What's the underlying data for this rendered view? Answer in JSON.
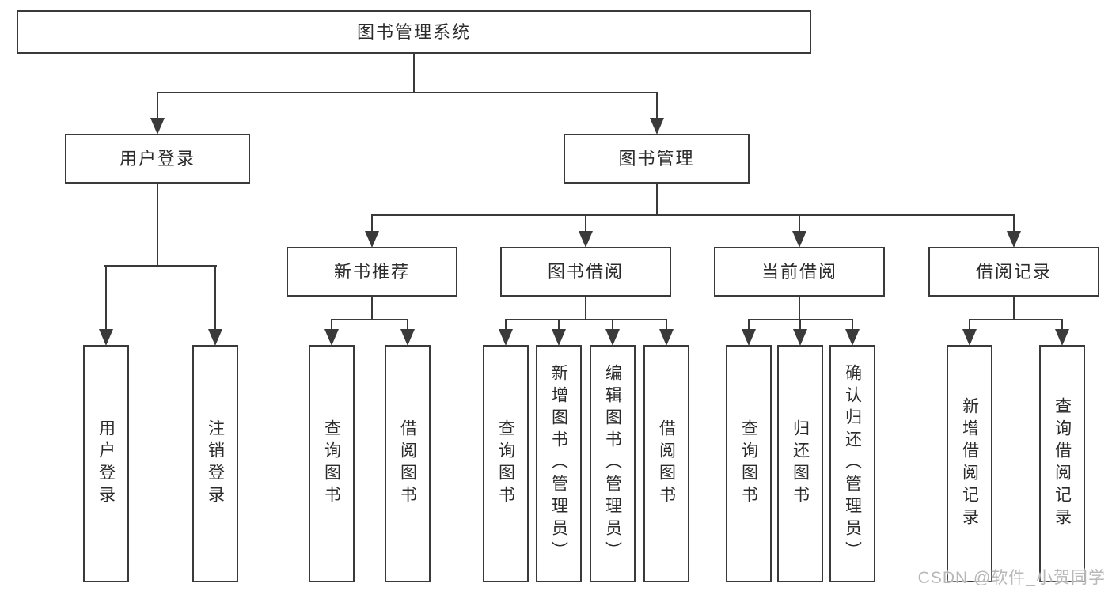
{
  "diagram": {
    "root": {
      "label": "图书管理系统"
    },
    "branches": [
      {
        "label": "用户登录",
        "children": [
          {
            "label": "用户登录"
          },
          {
            "label": "注销登录"
          }
        ]
      },
      {
        "label": "图书管理",
        "children": [
          {
            "label": "新书推荐",
            "children": [
              {
                "label": "查询图书"
              },
              {
                "label": "借阅图书"
              }
            ]
          },
          {
            "label": "图书借阅",
            "children": [
              {
                "label": "查询图书"
              },
              {
                "label": "新增图书（管理员）"
              },
              {
                "label": "编辑图书（管理员）"
              },
              {
                "label": "借阅图书"
              }
            ]
          },
          {
            "label": "当前借阅",
            "children": [
              {
                "label": "查询图书"
              },
              {
                "label": "归还图书"
              },
              {
                "label": "确认归还（管理员）"
              }
            ]
          },
          {
            "label": "借阅记录",
            "children": [
              {
                "label": "新增借阅记录"
              },
              {
                "label": "查询借阅记录"
              }
            ]
          }
        ]
      }
    ]
  },
  "watermark": {
    "text": "CSDN @软件_小贺同学"
  },
  "colors": {
    "line": "#3a3a3a",
    "text": "#2b2b2b",
    "watermark": "#b8b8b8",
    "background": "#ffffff"
  }
}
